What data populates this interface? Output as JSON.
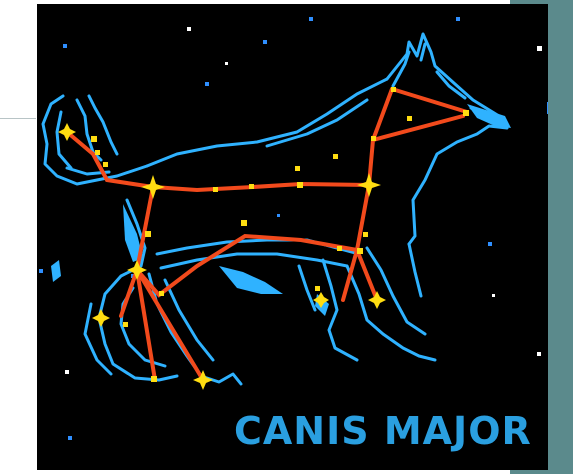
{
  "caption": "CANIS MAJOR",
  "colors": {
    "background": "#000000",
    "outline": "#2fb2ff",
    "constellation_line": "#f24a1c",
    "star": "#ffdd11",
    "caption": "#2a9fe0",
    "side_panel": "#5b8a8c"
  },
  "icons": {
    "star": "four-point-star",
    "figure": "dog-silhouette"
  }
}
